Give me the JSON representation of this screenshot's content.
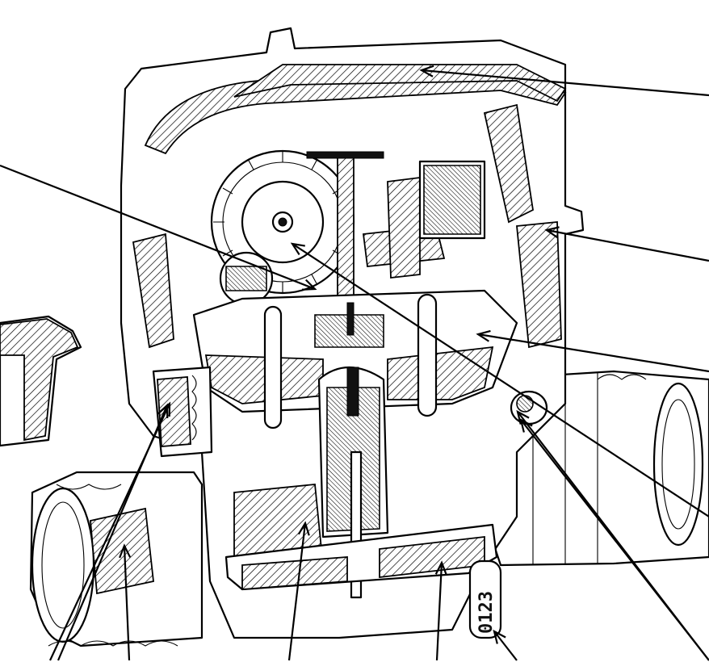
{
  "figure": {
    "serial_number": "0123"
  },
  "callouts": [
    {
      "id": "top-cover"
    },
    {
      "id": "drive-gear"
    },
    {
      "id": "gear-train"
    },
    {
      "id": "housing-upper-right"
    },
    {
      "id": "diaphragm-right"
    },
    {
      "id": "bearing-right"
    },
    {
      "id": "lower-right-seal"
    },
    {
      "id": "left-seal-outer"
    },
    {
      "id": "left-seal-inner"
    },
    {
      "id": "inlet-connection"
    },
    {
      "id": "magnet-block"
    },
    {
      "id": "base-plate"
    },
    {
      "id": "serial-plate"
    }
  ]
}
